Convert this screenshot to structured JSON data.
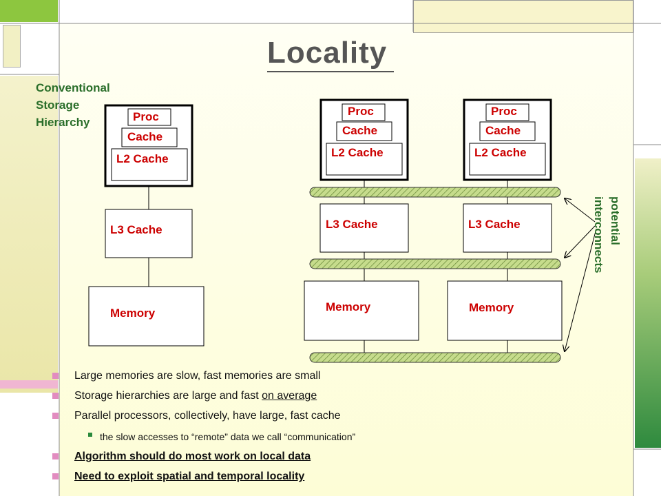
{
  "title": "Locality",
  "conventional": {
    "label_lines": [
      "Conventional",
      "Storage",
      "Hierarchy"
    ],
    "proc": "Proc",
    "cache": "Cache",
    "l2": "L2 Cache",
    "l3": "L3 Cache",
    "memory": "Memory"
  },
  "parallel": [
    {
      "proc": "Proc",
      "cache": "Cache",
      "l2": "L2 Cache",
      "l3": "L3 Cache",
      "memory": "Memory"
    },
    {
      "proc": "Proc",
      "cache": "Cache",
      "l2": "L2 Cache",
      "l3": "L3 Cache",
      "memory": "Memory"
    }
  ],
  "interconnect_label_lines": [
    "potential",
    "interconnects"
  ],
  "bullets": [
    "Large memories are slow, fast memories are small",
    "Storage hierarchies are large and fast ",
    "on average",
    "Parallel processors, collectively, have large, fast cache",
    "the slow accesses to “remote” data we call “communication”",
    "Algorithm should do most work on local data",
    "Need to exploit spatial and temporal locality"
  ],
  "colors": {
    "background": "#fdfdd8",
    "accent_green": "#2a6e2a",
    "caption_red": "#cc0000",
    "bullet_pink": "#e28cc0",
    "bus_fill": "#c6dc8c"
  }
}
